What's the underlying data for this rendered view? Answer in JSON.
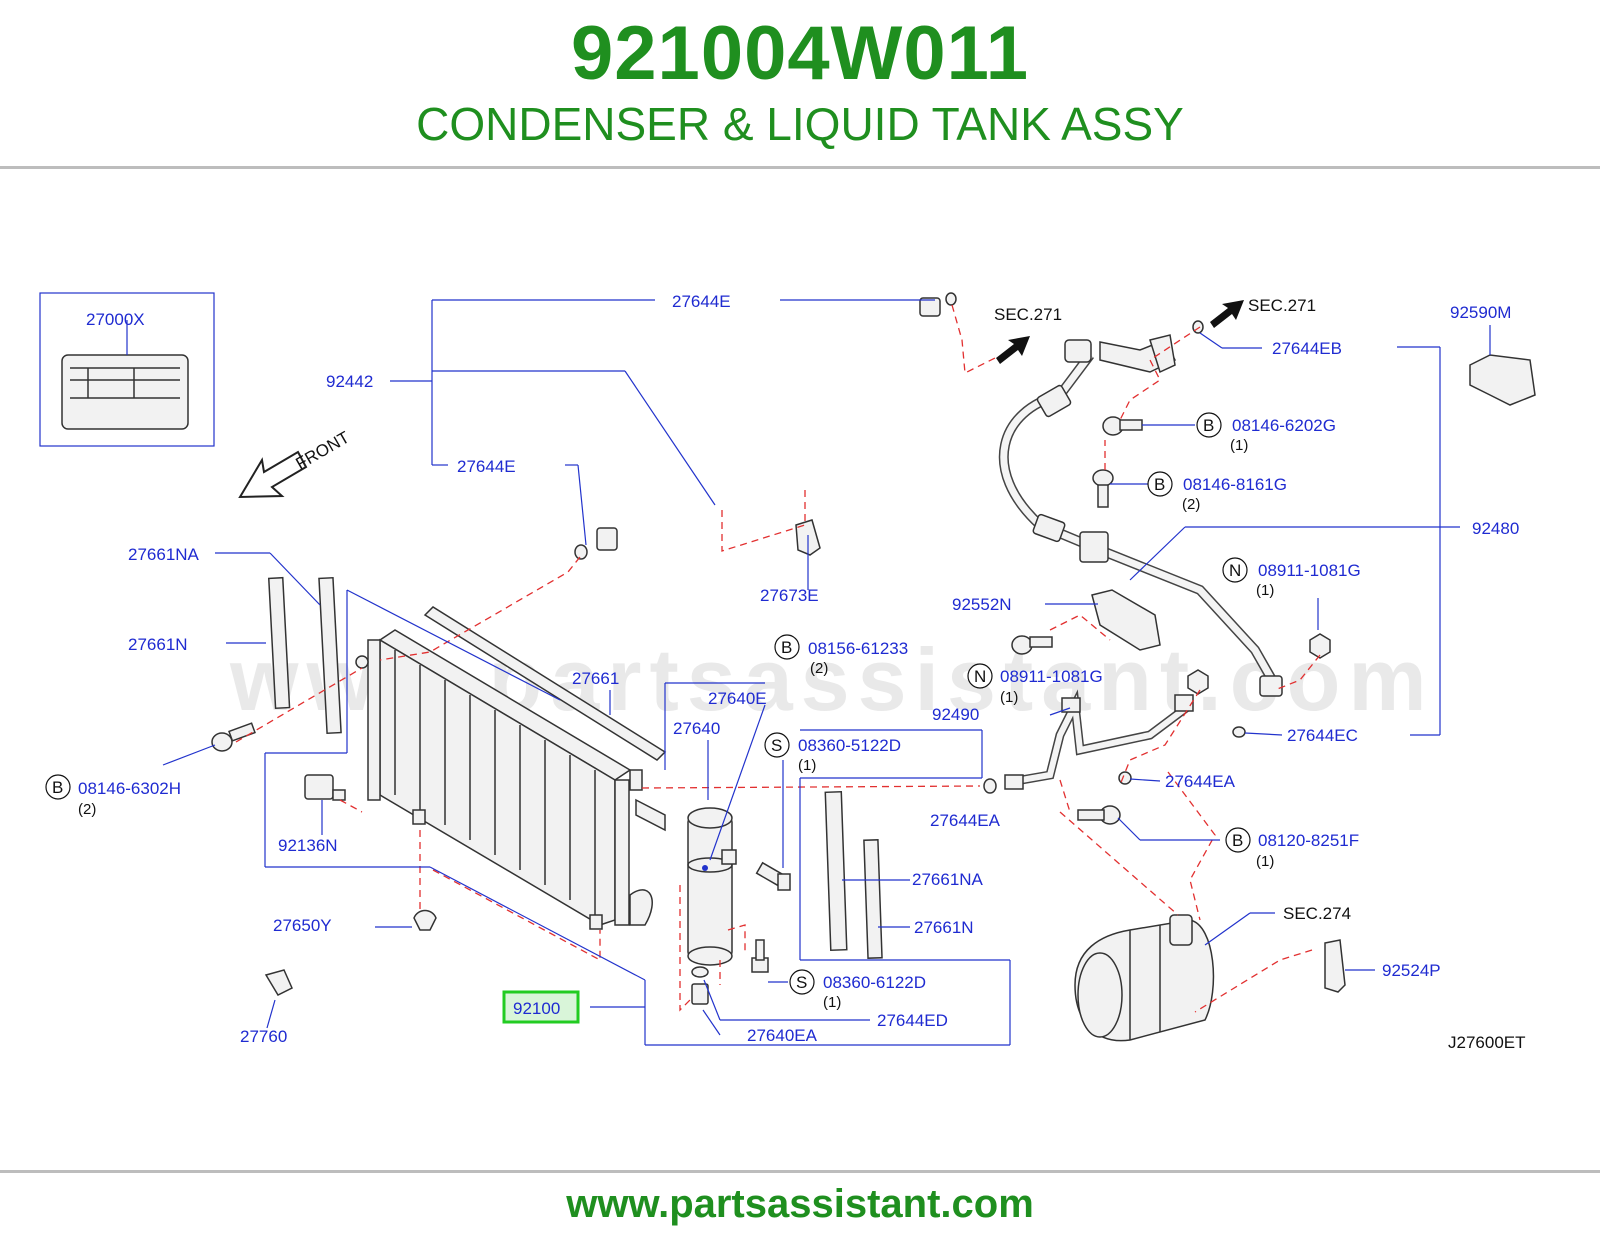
{
  "header": {
    "part_number": "921004W011",
    "title": "CONDENSER & LIQUID TANK ASSY"
  },
  "watermark": "www.partsassistant.com",
  "footer": {
    "url": "www.partsassistant.com"
  },
  "diagram_code": "J27600ET",
  "colors": {
    "brand_green": "#1f8f1f",
    "label_blue": "#1f2bd1",
    "highlight": "#22cc22",
    "dash_red": "#e23030"
  },
  "highlighted_part": "92100",
  "labels": {
    "p27000X": "27000X",
    "p27644E_top": "27644E",
    "p92442": "92442",
    "p27644E_mid": "27644E",
    "front": "FRONT",
    "p27661NA_left": "27661NA",
    "p27661N_left": "27661N",
    "p27673E": "27673E",
    "p27661": "27661",
    "p27640E": "27640E",
    "p27640": "27640",
    "p08146_6302H": "08146-6302H",
    "p92136N": "92136N",
    "p27650Y": "27650Y",
    "p27760": "27760",
    "p92100": "92100",
    "p27640EA": "27640EA",
    "p27644ED": "27644ED",
    "p08360_6122D": "08360-6122D",
    "p08360_5122D": "08360-5122D",
    "p08156_61233": "08156-61233",
    "p27661NA_right": "27661NA",
    "p27661N_right": "27661N",
    "sec271_a": "SEC.271",
    "sec271_b": "SEC.271",
    "p27644EB": "27644EB",
    "p92590M": "92590M",
    "p08146_6202G": "08146-6202G",
    "p08146_8161G": "08146-8161G",
    "p92480": "92480",
    "p08911_1081G_a": "08911-1081G",
    "p92552N": "92552N",
    "p08911_1081G_b": "08911-1081G",
    "p92490": "92490",
    "p27644EC": "27644EC",
    "p27644EA_a": "27644EA",
    "p27644EA_b": "27644EA",
    "p08120_8251F": "08120-8251F",
    "sec274": "SEC.274",
    "p92524P": "92524P"
  },
  "badges": {
    "b_6302H": "B",
    "b_61233": "B",
    "b_6202G": "B",
    "b_8161G": "B",
    "b_8251F": "B",
    "s_5122D": "S",
    "s_6122D": "S",
    "n_1081G_a": "N",
    "n_1081G_b": "N"
  },
  "quantities": {
    "q_6302H": "(2)",
    "q_61233": "(2)",
    "q_5122D": "(1)",
    "q_6122D": "(1)",
    "q_6202G": "(1)",
    "q_8161G": "(2)",
    "q_1081G_a": "(1)",
    "q_1081G_b": "(1)",
    "q_8251F": "(1)"
  }
}
